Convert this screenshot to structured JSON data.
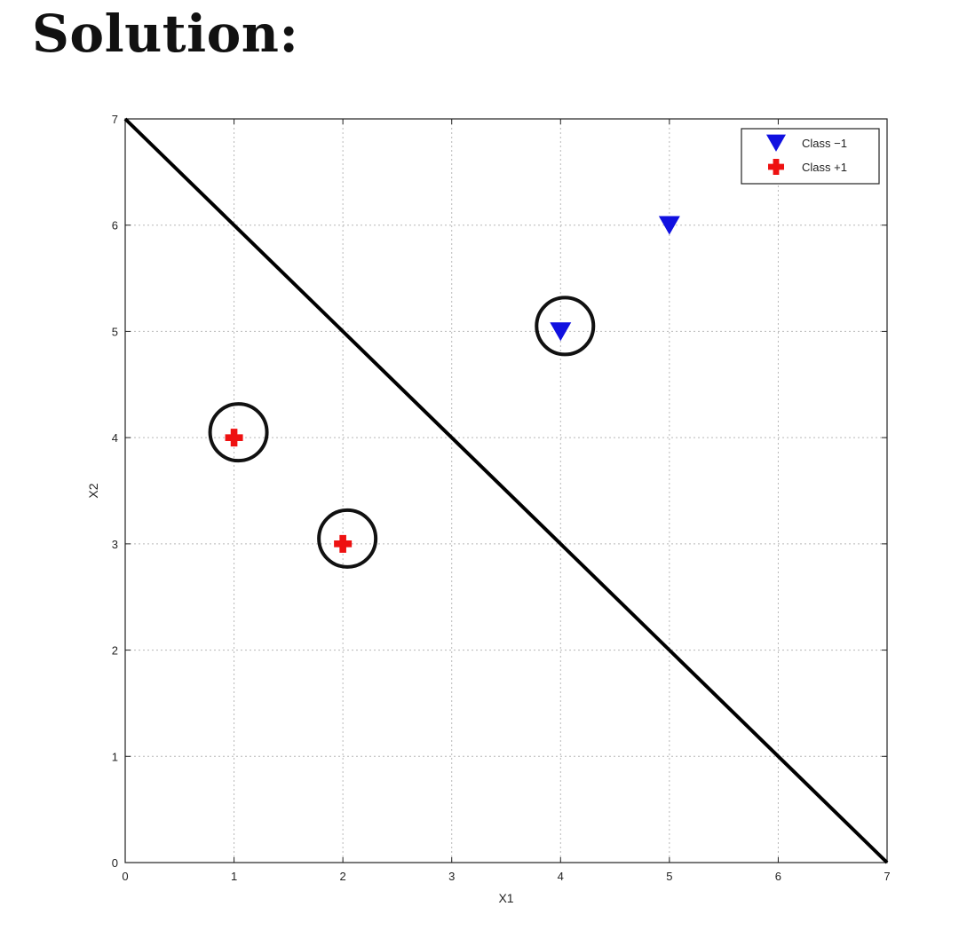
{
  "page": {
    "heading": "Solution:"
  },
  "chart_data": {
    "type": "scatter",
    "xlabel": "X1",
    "ylabel": "X2",
    "xlim": [
      0,
      7
    ],
    "ylim": [
      0,
      7
    ],
    "xticks": [
      0,
      1,
      2,
      3,
      4,
      5,
      6,
      7
    ],
    "yticks": [
      0,
      1,
      2,
      3,
      4,
      5,
      6,
      7
    ],
    "grid": true,
    "legend_position": "top-right",
    "series": [
      {
        "name": "Class −1",
        "marker": "triangle-down",
        "color": "#1010e0",
        "points": [
          [
            4,
            5
          ],
          [
            5,
            6
          ]
        ]
      },
      {
        "name": "Class +1",
        "marker": "plus",
        "color": "#ee1111",
        "points": [
          [
            1,
            4
          ],
          [
            2,
            3
          ]
        ]
      }
    ],
    "separating_line": {
      "points": [
        [
          0,
          7
        ],
        [
          7,
          0
        ]
      ],
      "color": "#000000"
    },
    "support_vectors": [
      [
        1,
        4
      ],
      [
        2,
        3
      ],
      [
        4,
        5
      ]
    ]
  }
}
